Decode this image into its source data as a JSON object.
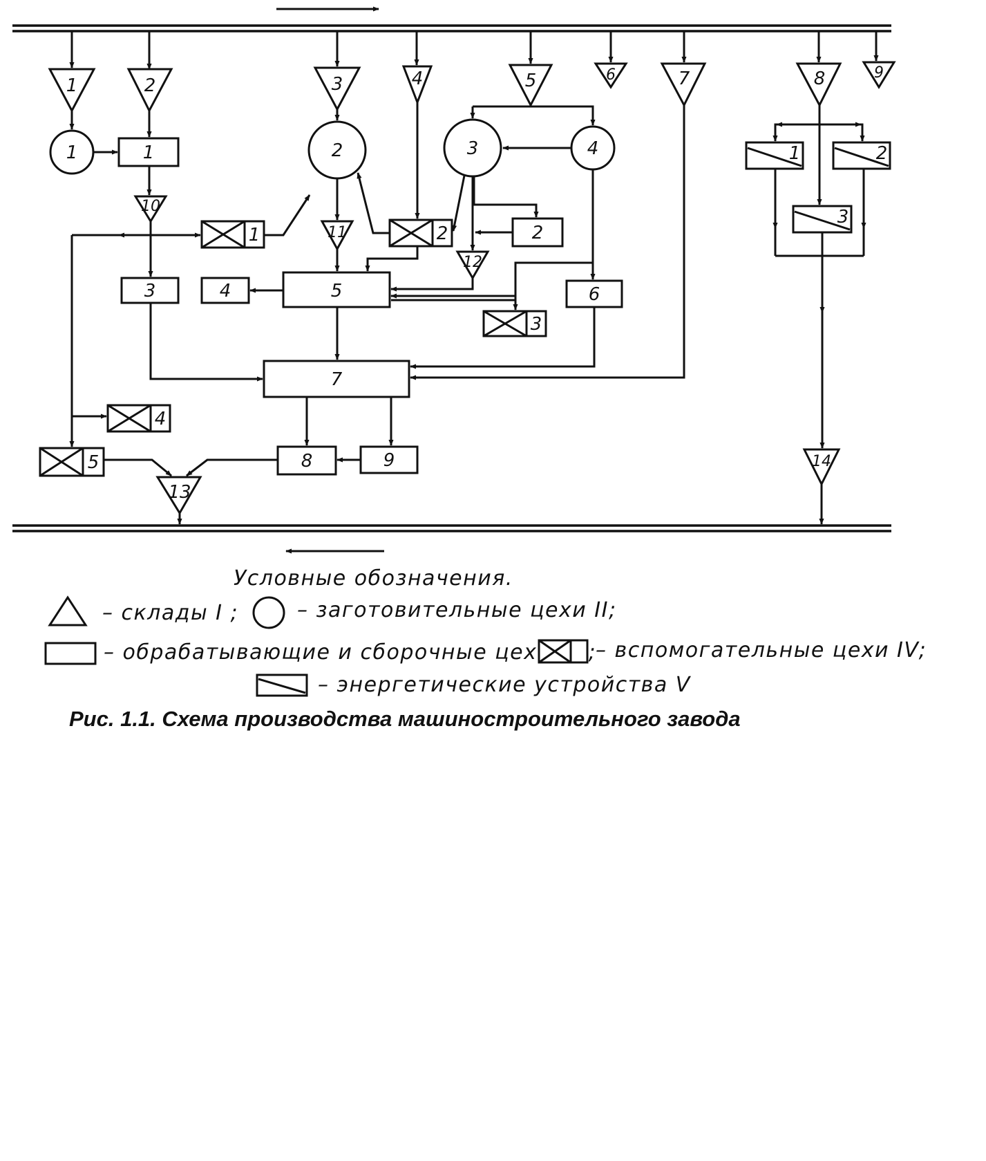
{
  "diagram": {
    "warehouses": [
      {
        "id": "w1",
        "label": "1"
      },
      {
        "id": "w2",
        "label": "2"
      },
      {
        "id": "w3",
        "label": "3"
      },
      {
        "id": "w4",
        "label": "4"
      },
      {
        "id": "w5",
        "label": "5"
      },
      {
        "id": "w6",
        "label": "6"
      },
      {
        "id": "w7",
        "label": "7"
      },
      {
        "id": "w8",
        "label": "8"
      },
      {
        "id": "w9",
        "label": "9"
      },
      {
        "id": "w10",
        "label": "10"
      },
      {
        "id": "w11",
        "label": "11"
      },
      {
        "id": "w12",
        "label": "12"
      },
      {
        "id": "w13",
        "label": "13"
      },
      {
        "id": "w14",
        "label": "14"
      }
    ],
    "procurement_shops": [
      {
        "id": "c1",
        "label": "1"
      },
      {
        "id": "c2",
        "label": "2"
      },
      {
        "id": "c3",
        "label": "3"
      },
      {
        "id": "c4",
        "label": "4"
      }
    ],
    "processing_shops": [
      {
        "id": "r1",
        "label": "1"
      },
      {
        "id": "r2",
        "label": "2"
      },
      {
        "id": "r3",
        "label": "3"
      },
      {
        "id": "r4",
        "label": "4"
      },
      {
        "id": "r5",
        "label": "5"
      },
      {
        "id": "r6",
        "label": "6"
      },
      {
        "id": "r7",
        "label": "7"
      },
      {
        "id": "r8",
        "label": "8"
      },
      {
        "id": "r9",
        "label": "9"
      }
    ],
    "auxiliary_shops": [
      {
        "id": "a1",
        "label": "1"
      },
      {
        "id": "a2",
        "label": "2"
      },
      {
        "id": "a3",
        "label": "3"
      },
      {
        "id": "a4",
        "label": "4"
      },
      {
        "id": "a5",
        "label": "5"
      }
    ],
    "energy_devices": [
      {
        "id": "e1",
        "label": "1"
      },
      {
        "id": "e2",
        "label": "2"
      },
      {
        "id": "e3",
        "label": "3"
      }
    ]
  },
  "legend": {
    "title": "Условные   обозначения.",
    "warehouses": "– склады I ;",
    "procurement": "– заготовительные  цехи II;",
    "processing": "– обрабатывающие и сборочные цехи III ;",
    "auxiliary": "– вспомогательные  цехи IV;",
    "energy": "– энергетические  устройства V"
  },
  "caption": "Рис. 1.1. Схема производства машиностроительного завода"
}
